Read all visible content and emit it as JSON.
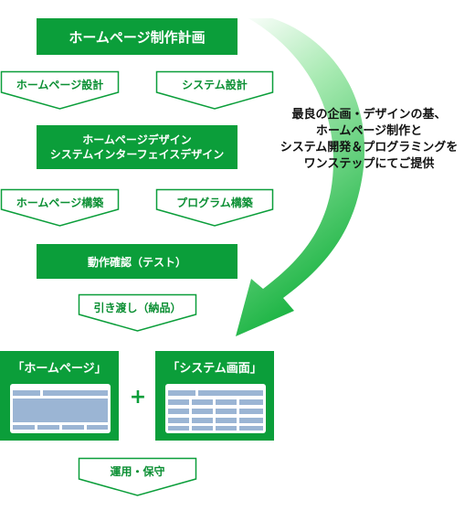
{
  "title": "ホームページ制作計画",
  "design_left": "ホームページ設計",
  "design_right": "システム設計",
  "design_box": {
    "line1": "ホームページデザイン",
    "line2": "システムインターフェイスデザイン"
  },
  "build_left": "ホームページ構築",
  "build_right": "プログラム構築",
  "test": "動作確認（テスト）",
  "delivery": "引き渡し（納品）",
  "result_left": "「ホームページ」",
  "plus": "+",
  "result_right": "「システム画面」",
  "operation": "運用・保守",
  "side_text": {
    "line1": "最良の企画・デザインの基、",
    "line2": "ホームページ制作と",
    "line3": "システム開発＆プログラミングを",
    "line4": "ワンステップにてご提供"
  },
  "colors": {
    "green": "#0b9e3a",
    "outline_green": "#0b9e3a",
    "arrow_light": "#d4f5d8",
    "arrow_dark": "#19b544",
    "mock_blue": "#9bb5d4"
  }
}
